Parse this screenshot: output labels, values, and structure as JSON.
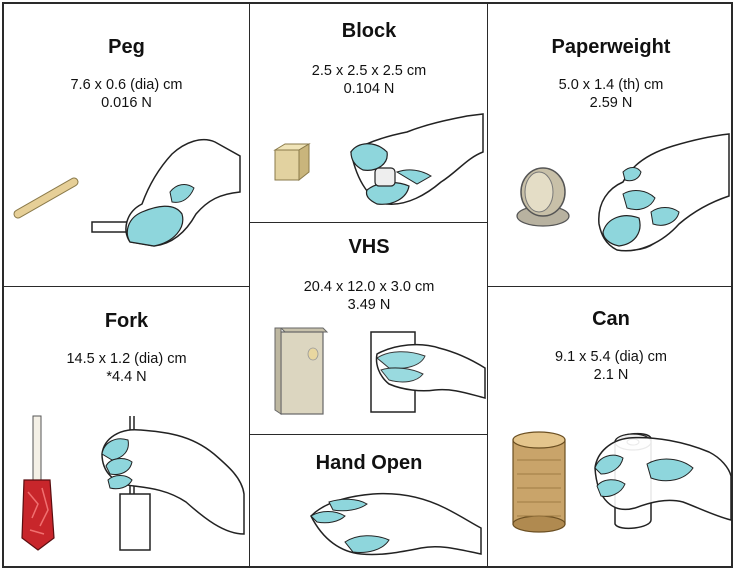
{
  "objects": [
    {
      "id": "peg",
      "name": "Peg",
      "dimensions": "7.6 x 0.6 (dia) cm",
      "force": "0.016 N"
    },
    {
      "id": "block",
      "name": "Block",
      "dimensions": "2.5 x 2.5 x 2.5 cm",
      "force": "0.104 N"
    },
    {
      "id": "paperweight",
      "name": "Paperweight",
      "dimensions": "5.0 x 1.4 (th) cm",
      "force": "2.59 N"
    },
    {
      "id": "fork",
      "name": "Fork",
      "dimensions": "14.5 x 1.2 (dia) cm",
      "force": "*4.4 N"
    },
    {
      "id": "vhs",
      "name": "VHS",
      "dimensions": "20.4 x 12.0 x 3.0 cm",
      "force": "3.49 N"
    },
    {
      "id": "can",
      "name": "Can",
      "dimensions": "9.1 x 5.4 (dia) cm",
      "force": "2.1 N"
    },
    {
      "id": "hand_open",
      "name": "Hand Open"
    }
  ],
  "colors": {
    "border": "#2a2a2a",
    "glove": "#8ed6dc",
    "peg_wood": "#e6cf97",
    "block_wood": "#e2d2a0",
    "paperweight_metal": "#c8c0a8",
    "vhs_case": "#dcd6c0",
    "can_cork": "#c9a46a",
    "fork_handle": "#c8262b"
  },
  "icons": [
    "peg-icon",
    "block-icon",
    "paperweight-icon",
    "fork-icon",
    "vhs-icon",
    "can-icon",
    "hand-grasp-icon",
    "hand-open-icon"
  ]
}
